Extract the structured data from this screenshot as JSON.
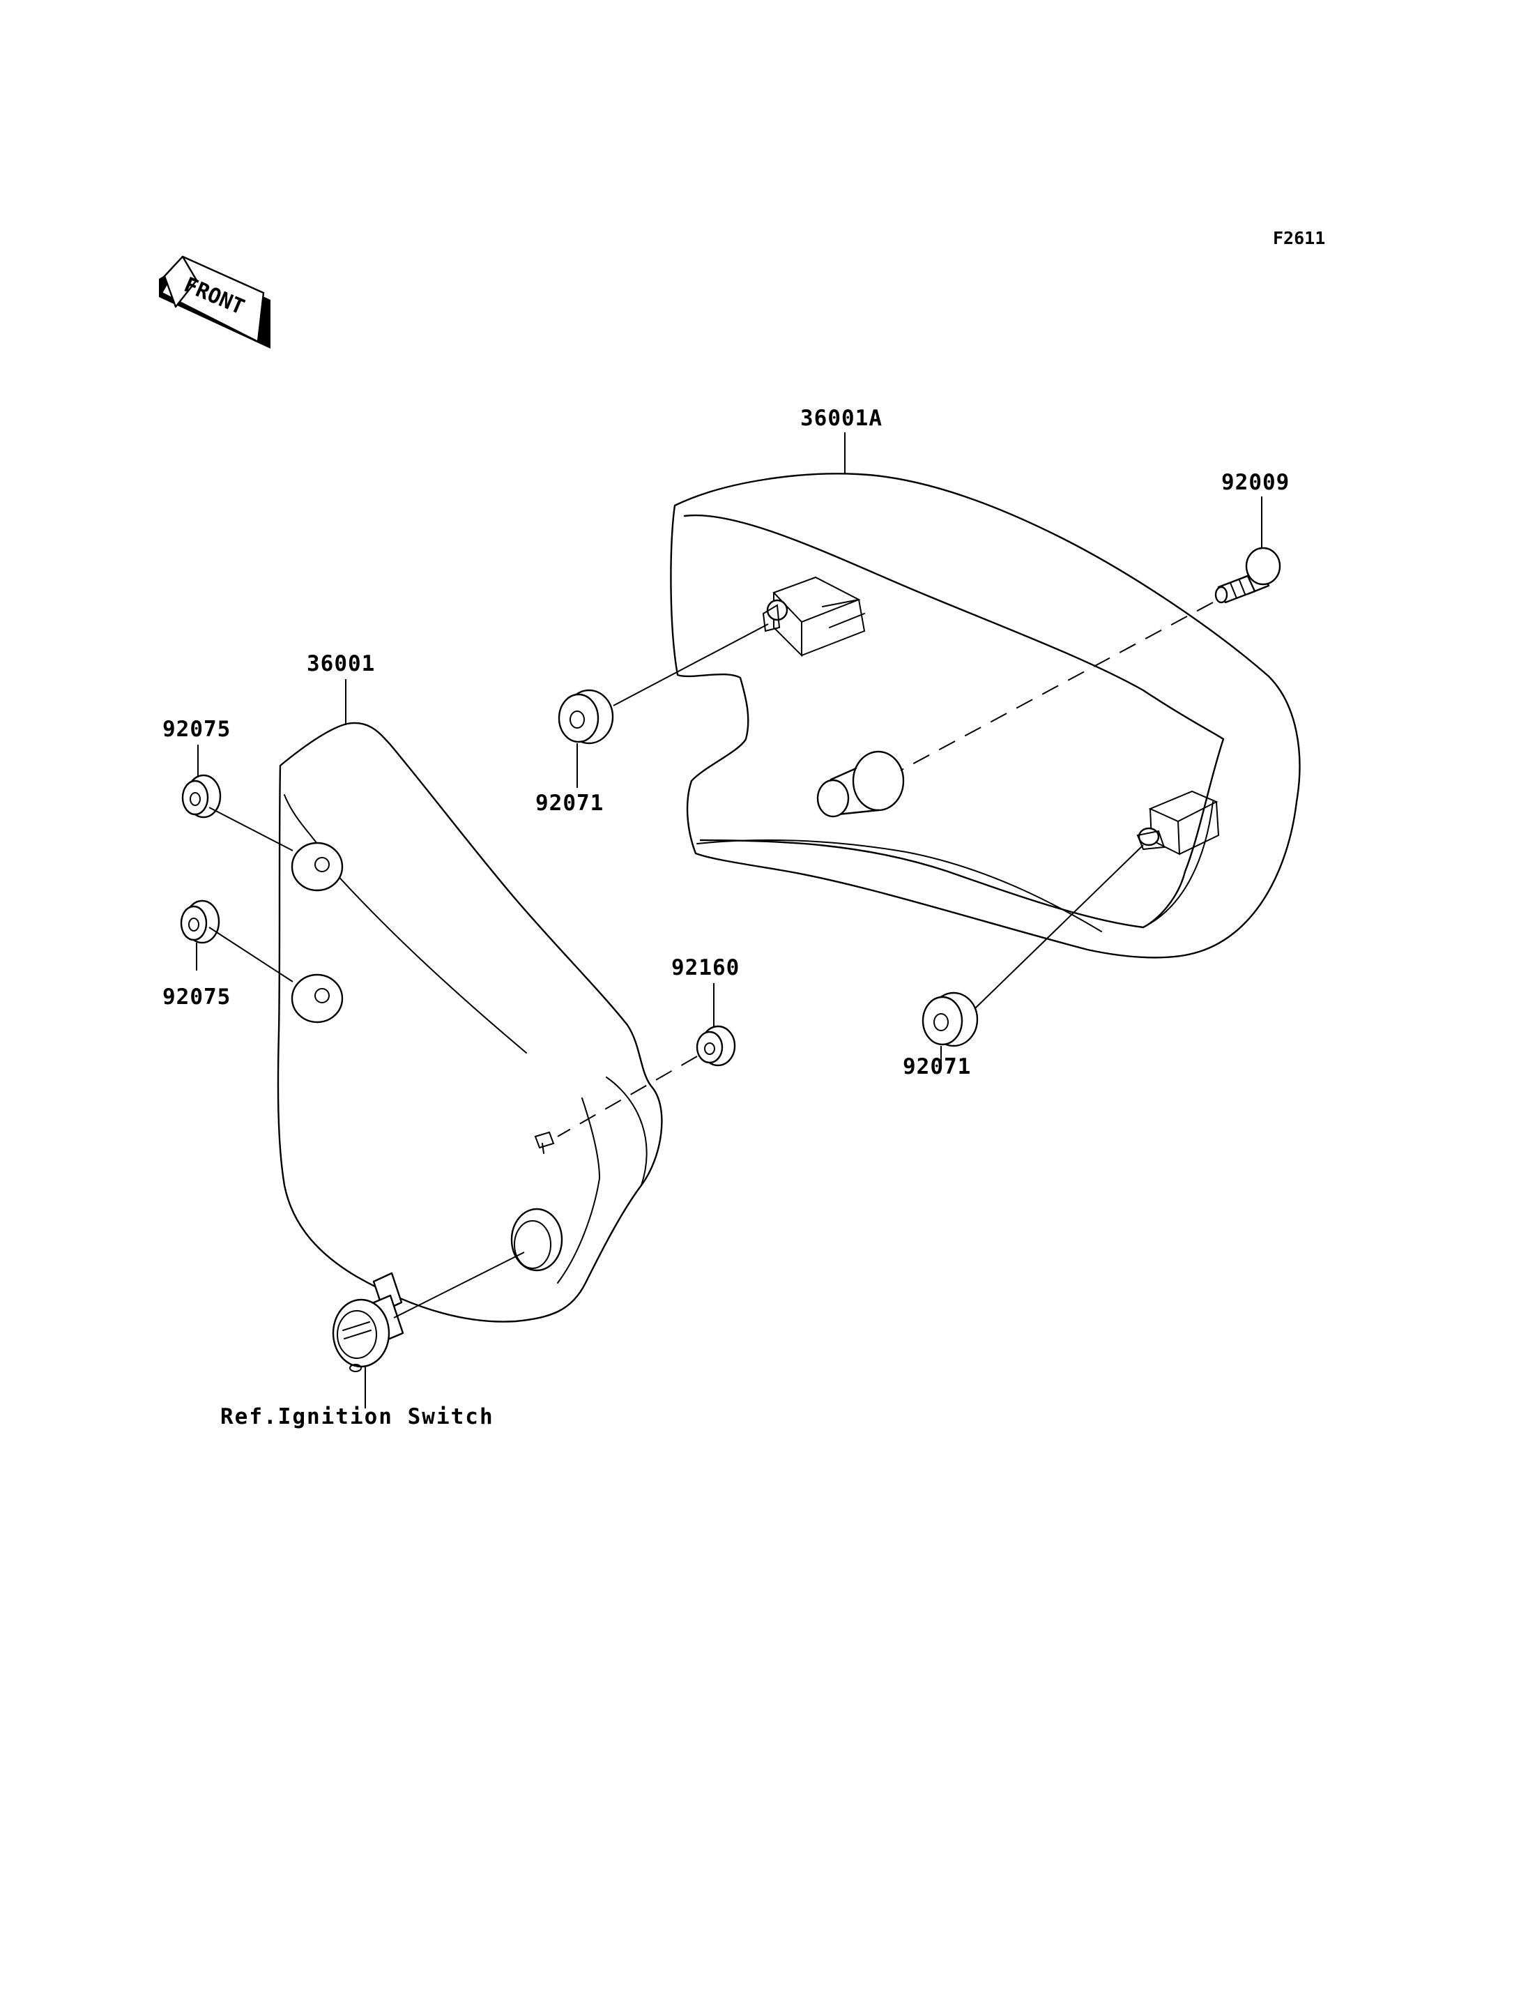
{
  "figure_code": "F2611",
  "front_indicator": "FRONT",
  "parts": {
    "side_cover_right": "36001A",
    "side_cover_left": "36001",
    "bolt": "92009",
    "grommet_upper": "92071",
    "grommet_lower": "92071",
    "grommet_left_top": "92075",
    "grommet_left_bottom": "92075",
    "grommet_small": "92160"
  },
  "reference": "Ref.Ignition Switch"
}
